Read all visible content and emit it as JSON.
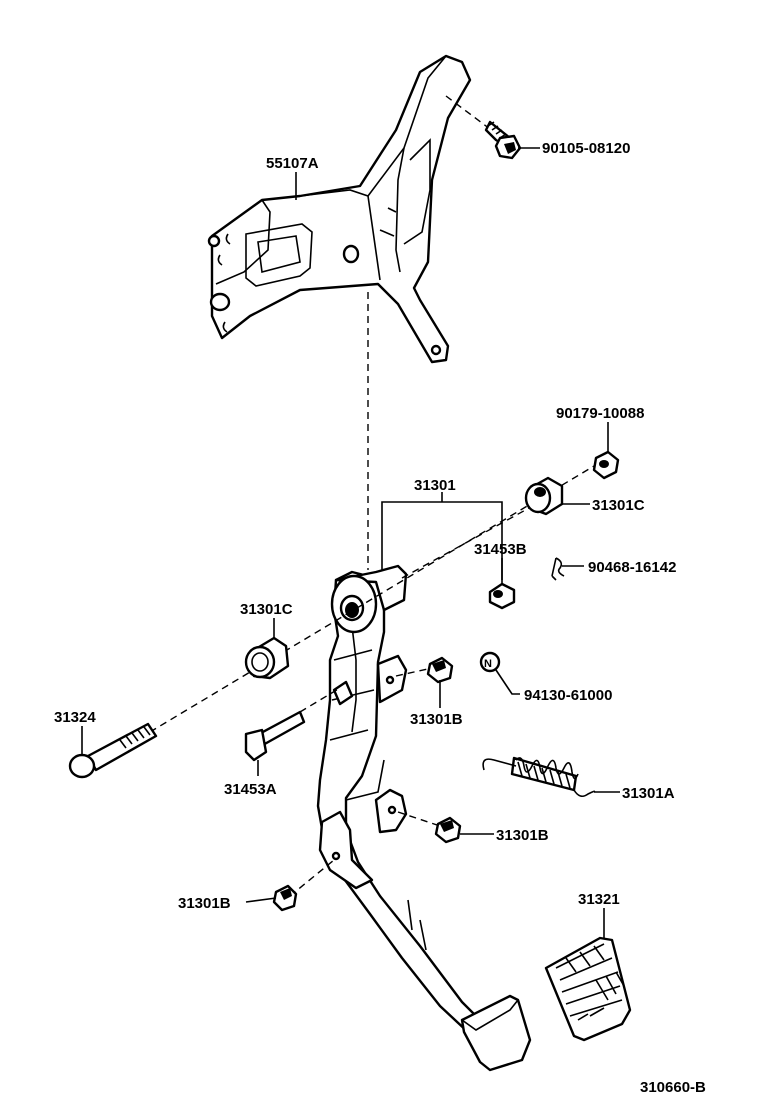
{
  "diagram": {
    "labels": {
      "bracket": "55107A",
      "bolt_top": "90105-08120",
      "nut": "90179-10088",
      "pedal_assy": "31301",
      "bushing_right": "31301C",
      "collar_b": "31453B",
      "clip": "90468-16142",
      "bushing_left": "31301C",
      "stop_upper": "31301B",
      "note_n": "N",
      "n_part": "94130-61000",
      "bolt_main": "31324",
      "collar_a": "31453A",
      "spring": "31301A",
      "stop_mid": "31301B",
      "stop_left": "31301B",
      "pad": "31321",
      "figure_code": "310660-B"
    },
    "colors": {
      "ink": "#000000",
      "paper": "#ffffff"
    }
  }
}
